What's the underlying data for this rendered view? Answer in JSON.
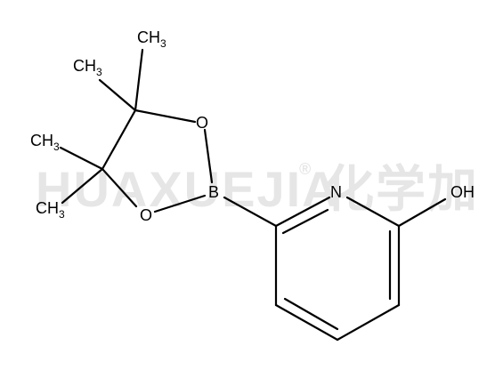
{
  "watermark": {
    "latin": "HUAXUEJIA",
    "registered": "®",
    "chinese": "化学加"
  },
  "atoms": {
    "ch3_top": {
      "main": "CH",
      "sub": "3"
    },
    "ch3_upper_left": {
      "main": "CH",
      "sub": "3"
    },
    "ch3_mid_left": {
      "main": "CH",
      "sub": "3"
    },
    "ch3_lower_left": {
      "main": "CH",
      "sub": "3"
    },
    "o_upper": "O",
    "o_lower": "O",
    "b": "B",
    "n": "N",
    "oh": "OH"
  }
}
